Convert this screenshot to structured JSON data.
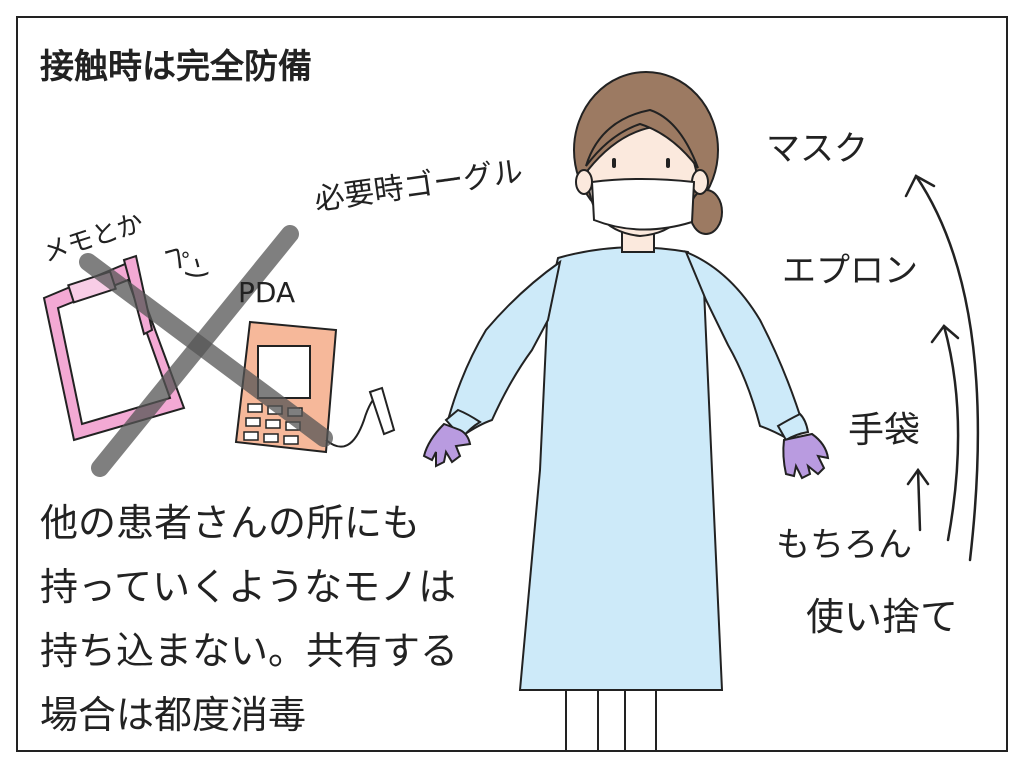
{
  "panel": {
    "title": "接触時は完全防備",
    "labels": {
      "goggles": "必要時ゴーグル",
      "mask": "マスク",
      "apron": "エプロン",
      "gloves": "手袋",
      "disposable_1": "もちろん",
      "disposable_2": "使い捨て",
      "memo": "メモとか",
      "pen": "ペン",
      "pda": "PDA"
    },
    "note": {
      "line1": "他の患者さんの所にも",
      "line2": "持っていくようなモノは",
      "line3": "持ち込まない。共有する",
      "line4": "場合は都度消毒"
    }
  },
  "colors": {
    "gown": "#cdeaf9",
    "glove": "#b99be0",
    "hair": "#9c7a62",
    "skin": "#fbe9dd",
    "mask": "#ffffff",
    "clipboard_outline": "#f3a9d4",
    "pda_body": "#f6b89a",
    "cross_mark": "#555555"
  }
}
